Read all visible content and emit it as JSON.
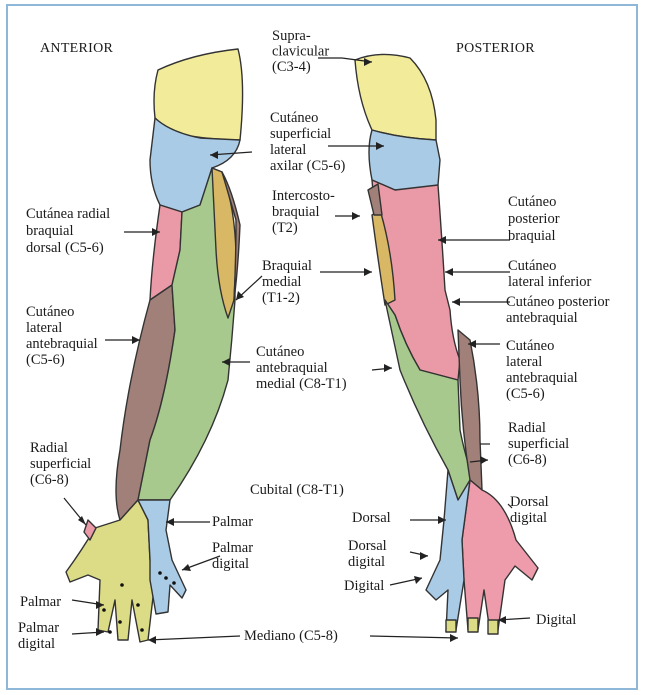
{
  "headers": {
    "anterior": "ANTERIOR",
    "posterior": "POSTERIOR"
  },
  "labels": {
    "supraclavicular": [
      "Supra-",
      "clavicular",
      "(C3-4)"
    ],
    "cutaneo_sup_lat_axilar": [
      "Cutáneo",
      "superficial",
      "lateral",
      "axilar (C5-6)"
    ],
    "intercostobraquial": [
      "Intercosto-",
      "braquial",
      "(T2)"
    ],
    "cutanea_radial_braquial": [
      "Cutánea radial",
      "braquial",
      "dorsal (C5-6)"
    ],
    "braquial_medial": [
      "Braquial",
      "medial",
      "(T1-2)"
    ],
    "cutaneo_post_braquial": [
      "Cutáneo",
      "posterior",
      "braquial"
    ],
    "cutaneo_lat_inferior": [
      "Cutáneo",
      "lateral inferior"
    ],
    "cutaneo_post_antebraquial": [
      "Cutáneo posterior",
      "antebraquial"
    ],
    "cutaneo_lat_antebraquial_ant": [
      "Cutáneo",
      "lateral",
      "antebraquial",
      "(C5-6)"
    ],
    "cutaneo_antebraquial_medial": [
      "Cutáneo",
      "antebraquial",
      "medial (C8-T1)"
    ],
    "cutaneo_lat_antebraquial_post": [
      "Cutáneo",
      "lateral",
      "antebraquial",
      "(C5-6)"
    ],
    "radial_superficial_ant": [
      "Radial",
      "superficial",
      "(C6-8)"
    ],
    "radial_superficial_post": [
      "Radial",
      "superficial",
      "(C6-8)"
    ],
    "cubital": [
      "Cubital (C8-T1)"
    ],
    "palmar_r": [
      "Palmar"
    ],
    "palmar_digital_r": [
      "Palmar",
      "digital"
    ],
    "dorsal": [
      "Dorsal"
    ],
    "dorsal_digital_l": [
      "Dorsal",
      "digital"
    ],
    "dorsal_digital_r": [
      "Dorsal",
      "digital"
    ],
    "digital_l": [
      "Digital"
    ],
    "digital_r": [
      "Digital"
    ],
    "palmar_l": [
      "Palmar"
    ],
    "palmar_digital_l": [
      "Palmar",
      "digital"
    ],
    "mediano": [
      "Mediano (C5-8)"
    ]
  },
  "colors": {
    "supraclavicular": "#f2ec9a",
    "axilar": "#a9cbe6",
    "radial_braquial": "#e99aa6",
    "lateral_antebraquial": "#a08078",
    "medial_antebraquial": "#a7c98d",
    "intercostobraquial": "#d9b865",
    "mediano": "#dcdc86",
    "cubital": "#a9cbe6",
    "radial_dorsal": "#ee9cab",
    "frame": "#8fb8d8"
  }
}
